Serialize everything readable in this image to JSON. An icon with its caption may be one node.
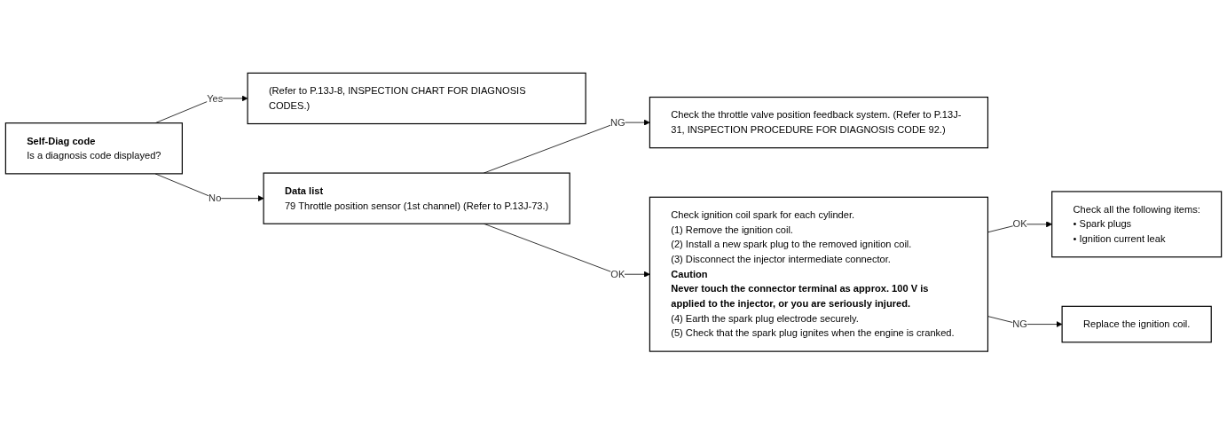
{
  "diagram": {
    "nodes": [
      {
        "text": [
          "Self-Diag code",
          "Is a diagnosis code displayed?"
        ]
      },
      {
        "text": [
          "(Refer to P.13J-8, INSPECTION CHART FOR DIAGNOSIS CODES.)"
        ]
      },
      {
        "text": [
          "Data list",
          "79 Throttle position sensor (1st channel) (Refer to P.13J-73.)"
        ]
      },
      {
        "text": [
          "Check the throttle valve position feedback system. (Refer to P.13J-31, INSPECTION PROCEDURE FOR DIAGNOSIS CODE 92.)"
        ]
      },
      {
        "text": [
          "Check ignition coil spark for each cylinder.",
          "(1) Remove the ignition coil.",
          "(2) Install a new spark plug to the removed ignition coil.",
          "(3) Disconnect the injector intermediate connector.",
          "Caution",
          "Never touch the connector terminal as approx. 100 V is applied to the injector, or you are seriously injured.",
          "(4) Earth the spark plug electrode securely.",
          "(5) Check that the spark plug ignites when the engine is cranked."
        ]
      },
      {
        "text": [
          "Check all the following items:",
          "• Spark plugs",
          "• Ignition current leak"
        ]
      },
      {
        "text": [
          "Replace the ignition coil."
        ]
      }
    ],
    "edges": [
      {
        "from": 0,
        "to": 1,
        "arrow": "to",
        "label": "Yes"
      },
      {
        "from": 0,
        "to": 2,
        "arrow": "to",
        "label": "No"
      },
      {
        "from": 2,
        "to": 3,
        "arrow": "to",
        "label": "NG"
      },
      {
        "from": 2,
        "to": 4,
        "arrow": "to",
        "label": "OK"
      },
      {
        "from": 4,
        "to": 5,
        "arrow": "to",
        "label": "OK"
      },
      {
        "from": 4,
        "to": 6,
        "arrow": "to",
        "label": "NG"
      }
    ]
  }
}
